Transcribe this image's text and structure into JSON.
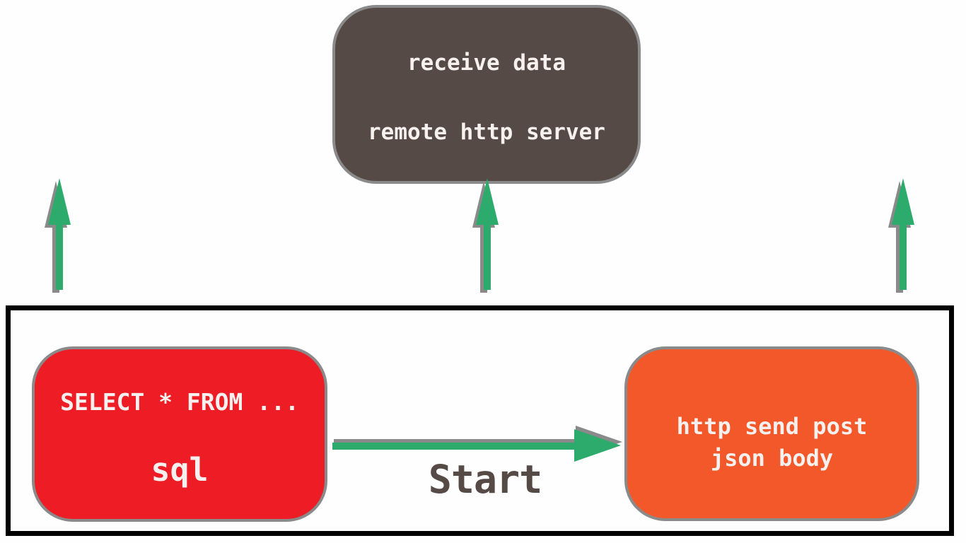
{
  "diagram": {
    "background": "#fffefe",
    "nodes": {
      "remote_server": {
        "line1": "receive data",
        "line2": "remote http server",
        "color": "#564a46",
        "text_color": "#f6f1ee"
      },
      "sql": {
        "line1": "SELECT * FROM ...",
        "line2": "sql",
        "color": "#ee1c25",
        "text_color": "#f6f1ee"
      },
      "http_post": {
        "line1": "http send post",
        "line2": "json body",
        "color": "#f2582a",
        "text_color": "#f6f1ee"
      }
    },
    "labels": {
      "start": "Start"
    },
    "colors": {
      "arrow_green": "#2cab6d",
      "arrow_shadow": "#8a8a8a",
      "container_border": "#000000",
      "start_label": "#554a45"
    }
  }
}
